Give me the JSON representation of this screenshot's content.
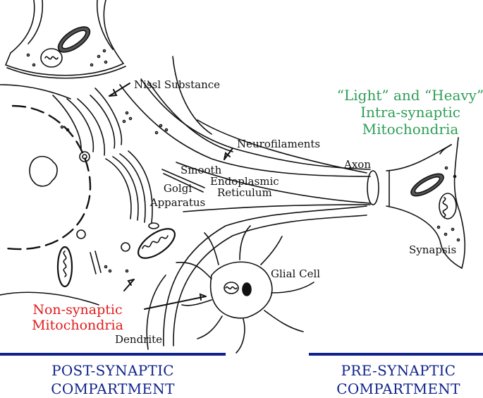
{
  "labels": {
    "nissl": "Nissl Substance",
    "neurofilaments": "Neurofilaments",
    "axon": "Axon",
    "smooth_er": [
      "Smooth",
      "Endoplasmic",
      "Reticulum"
    ],
    "golgi": [
      "Golgi",
      "Apparatus"
    ],
    "synapsis": "Synapsis",
    "glial": "Glial Cell",
    "dendrite": "Dendrite",
    "intra_synaptic": [
      "“Light” and “Heavy”",
      "Intra-synaptic",
      "Mitochondria"
    ],
    "non_synaptic": [
      "Non-synaptic",
      "Mitochondria"
    ],
    "post_synaptic": [
      "POST-SYNAPTIC",
      "COMPARTMENT"
    ],
    "pre_synaptic": [
      "PRE-SYNAPTIC",
      "COMPARTMENT"
    ]
  },
  "colors": {
    "ink": "#111111",
    "green": "#2e9e57",
    "red": "#e01b1b",
    "blue": "#10238a"
  }
}
